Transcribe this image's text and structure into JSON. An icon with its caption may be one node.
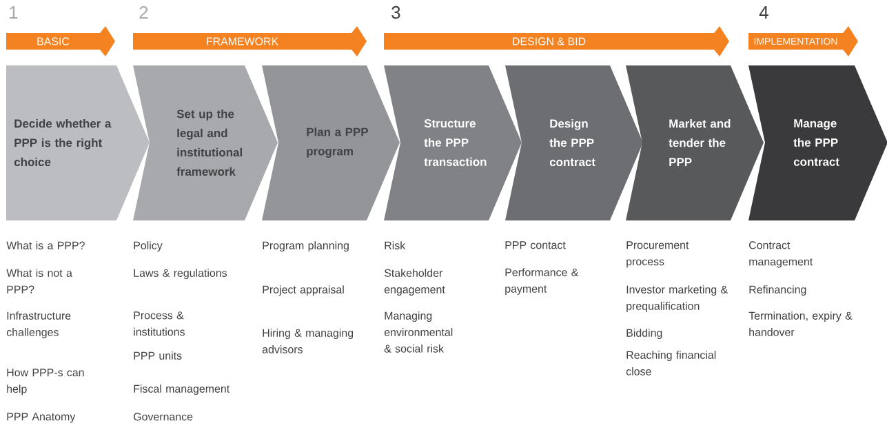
{
  "diagram": {
    "nodes": [
      {
        "text": [
          "BASIC"
        ],
        "beside": [
          "1"
        ]
      },
      {
        "text": [
          "FRAMEWORK"
        ],
        "beside": [
          "2"
        ]
      },
      {
        "text": [
          "DESIGN & BID"
        ],
        "beside": [
          "3"
        ]
      },
      {
        "text": [
          "IMPLEMENTATION"
        ],
        "beside": [
          "4"
        ]
      },
      {
        "text": [
          "Decide whether a PPP is the right choice"
        ]
      },
      {
        "text": [
          "Set up the legal and institutional framework"
        ]
      },
      {
        "text": [
          "Plan a PPP program"
        ]
      },
      {
        "text": [
          "Structure the PPP transaction"
        ]
      },
      {
        "text": [
          "Design the PPP contract"
        ]
      },
      {
        "text": [
          "Market and tender the PPP"
        ]
      },
      {
        "text": [
          "Manage the PPP contract"
        ]
      }
    ],
    "edges": [],
    "labels": [
      "What is a PPP?",
      "What is not a PPP?",
      "Infrastructure challenges",
      "How PPP-s can help",
      "PPP Anatomy",
      "Policy",
      "Laws & regulations",
      "Process & institutions",
      "PPP units",
      "Fiscal management",
      "Governance",
      "Program planning",
      "Project appraisal",
      "Hiring & managing advisors",
      "Risk",
      "Stakeholder engagement",
      "Managing environmental & social risk",
      "PPP contact",
      "Performance & payment",
      "Procurement process",
      "Investor marketing & prequalification",
      "Bidding",
      "Reaching financial close",
      "Contract management",
      "Refinancing",
      "Termination, expiry & handover"
    ]
  }
}
